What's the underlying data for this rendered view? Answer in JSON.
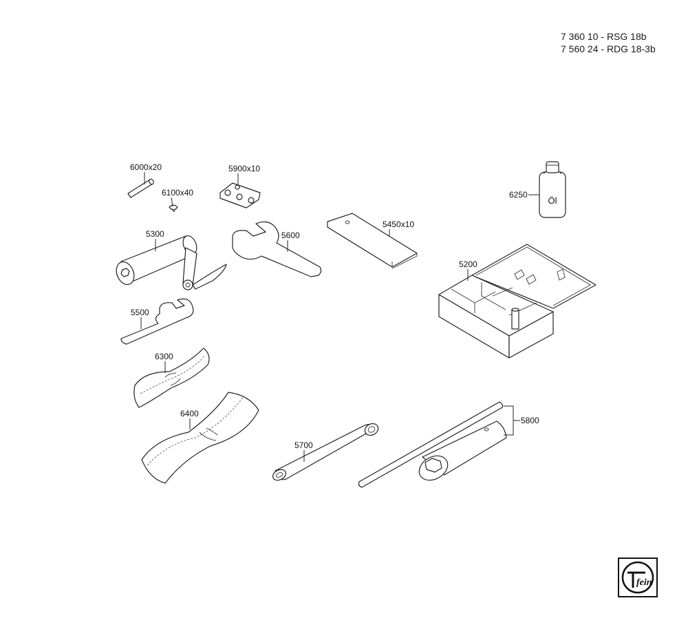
{
  "header": {
    "line1": "7 360 10 - RSG 18b",
    "line2": "7 560 24 - RDG 18-3b"
  },
  "labels": {
    "p6000": "6000",
    "p6000_qty": "x20",
    "p6100": "6100",
    "p6100_qty": "x40",
    "p5900": "5900",
    "p5900_qty": "x10",
    "p6250": "6250",
    "p6250_text": "Öl",
    "p5300": "5300",
    "p5600": "5600",
    "p5450": "5450",
    "p5450_qty": "x10",
    "p5200": "5200",
    "p5500": "5500",
    "p6300": "6300",
    "p6400": "6400",
    "p5700": "5700",
    "p5800": "5800"
  },
  "logo": {
    "text": "fein"
  }
}
